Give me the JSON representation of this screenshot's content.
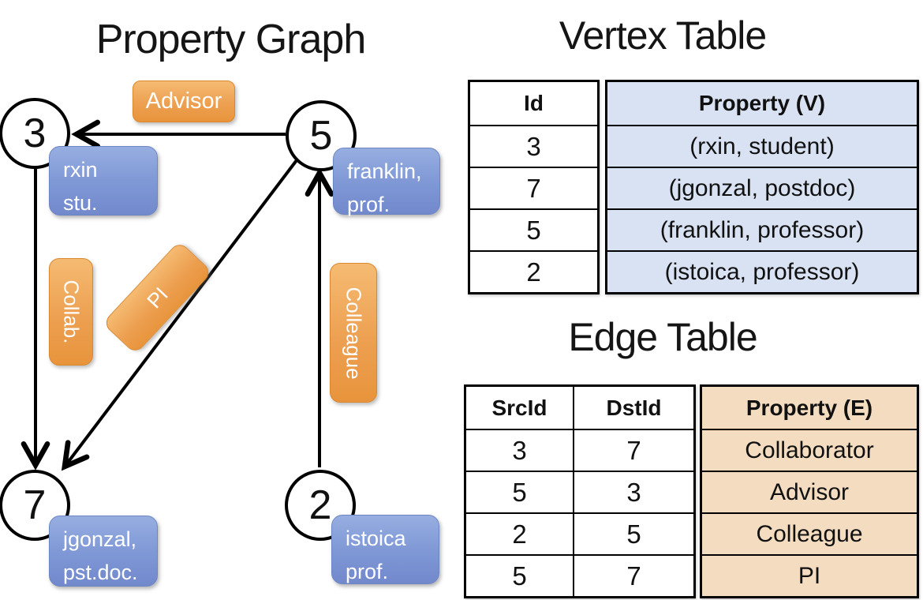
{
  "graph": {
    "title": "Property Graph",
    "nodes": [
      {
        "id": "3",
        "label_line1": "rxin",
        "label_line2": "stu."
      },
      {
        "id": "5",
        "label_line1": "franklin,",
        "label_line2": "prof."
      },
      {
        "id": "7",
        "label_line1": "jgonzal,",
        "label_line2": "pst.doc."
      },
      {
        "id": "2",
        "label_line1": "istoica",
        "label_line2": "prof."
      }
    ],
    "edges": [
      {
        "label": "Advisor",
        "src": "5",
        "dst": "3"
      },
      {
        "label": "Collab.",
        "src": "3",
        "dst": "7"
      },
      {
        "label": "PI",
        "src": "5",
        "dst": "7"
      },
      {
        "label": "Colleague",
        "src": "2",
        "dst": "5"
      }
    ]
  },
  "vertex_table": {
    "title": "Vertex Table",
    "columns": [
      "Id",
      "Property (V)"
    ],
    "rows": [
      [
        "3",
        "(rxin, student)"
      ],
      [
        "7",
        "(jgonzal, postdoc)"
      ],
      [
        "5",
        "(franklin, professor)"
      ],
      [
        "2",
        "(istoica, professor)"
      ]
    ]
  },
  "edge_table": {
    "title": "Edge Table",
    "columns": [
      "SrcId",
      "DstId",
      "Property (E)"
    ],
    "rows": [
      [
        "3",
        "7",
        "Collaborator"
      ],
      [
        "5",
        "3",
        "Advisor"
      ],
      [
        "2",
        "5",
        "Colleague"
      ],
      [
        "5",
        "7",
        "PI"
      ]
    ]
  },
  "colors": {
    "edge_label_orange": "#eda051",
    "vertex_label_blue": "#7e97d5",
    "vertex_cell_blue": "#d9e2f3",
    "edge_cell_tan": "#f3dcc0",
    "line_black": "#000000"
  }
}
